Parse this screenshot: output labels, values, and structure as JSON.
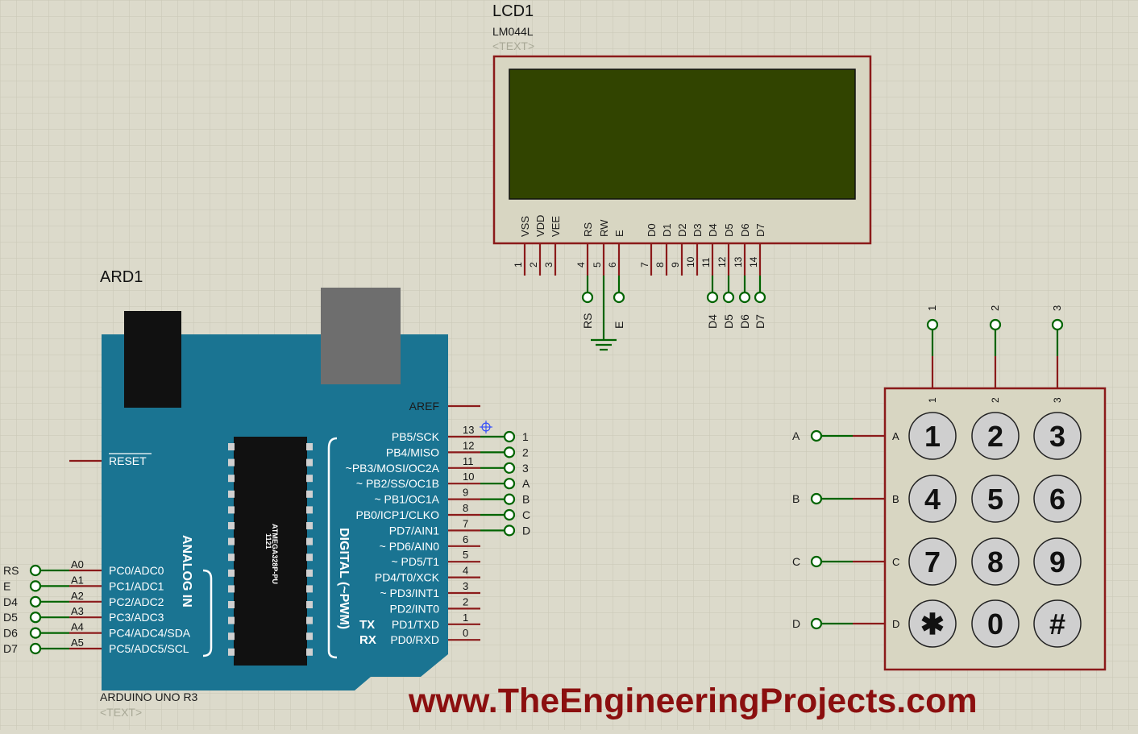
{
  "lcd": {
    "ref": "LCD1",
    "part": "LM044L",
    "text_tag": "<TEXT>",
    "pins": [
      {
        "name": "VSS",
        "num": "1"
      },
      {
        "name": "VDD",
        "num": "2"
      },
      {
        "name": "VEE",
        "num": "3"
      },
      {
        "name": "RS",
        "num": "4"
      },
      {
        "name": "RW",
        "num": "5"
      },
      {
        "name": "E",
        "num": "6"
      },
      {
        "name": "D0",
        "num": "7"
      },
      {
        "name": "D1",
        "num": "8"
      },
      {
        "name": "D2",
        "num": "9"
      },
      {
        "name": "D3",
        "num": "10"
      },
      {
        "name": "D4",
        "num": "11"
      },
      {
        "name": "D5",
        "num": "12"
      },
      {
        "name": "D6",
        "num": "13"
      },
      {
        "name": "D7",
        "num": "14"
      }
    ],
    "net_labels": [
      "RS",
      "E",
      "D4",
      "D5",
      "D6",
      "D7"
    ],
    "screen_color": "#314400"
  },
  "arduino": {
    "ref": "ARD1",
    "part": "ARDUINO UNO R3",
    "text_tag": "<TEXT>",
    "board_color": "#1a7492",
    "aref": "AREF",
    "reset": "RESET",
    "digital_label": "DIGITAL (~PWM)",
    "analog_label": "ANALOG IN",
    "chip_line1": "1121",
    "chip_line2": "ATMEGA328P-PU",
    "digital_pins": [
      {
        "name": "PB5/SCK",
        "num": "13",
        "net": "1"
      },
      {
        "name": "PB4/MISO",
        "num": "12",
        "net": "2"
      },
      {
        "name": "~PB3/MOSI/OC2A",
        "num": "11",
        "net": "3"
      },
      {
        "name": "~ PB2/SS/OC1B",
        "num": "10",
        "net": "A"
      },
      {
        "name": "~ PB1/OC1A",
        "num": "9",
        "net": "B"
      },
      {
        "name": "PB0/ICP1/CLKO",
        "num": "8",
        "net": "C"
      },
      {
        "name": "PD7/AIN1",
        "num": "7",
        "net": "D"
      },
      {
        "name": "~ PD6/AIN0",
        "num": "6",
        "net": ""
      },
      {
        "name": "~    PD5/T1",
        "num": "5",
        "net": ""
      },
      {
        "name": "PD4/T0/XCK",
        "num": "4",
        "net": ""
      },
      {
        "name": "~ PD3/INT1",
        "num": "3",
        "net": ""
      },
      {
        "name": "PD2/INT0",
        "num": "2",
        "net": ""
      },
      {
        "name": "PD1/TXD",
        "num": "1",
        "net": "",
        "prefix": "TX"
      },
      {
        "name": "PD0/RXD",
        "num": "0",
        "net": "",
        "prefix": "RX"
      }
    ],
    "analog_pins": [
      {
        "name": "PC0/ADC0",
        "num": "A0",
        "net": "RS"
      },
      {
        "name": "PC1/ADC1",
        "num": "A1",
        "net": "E"
      },
      {
        "name": "PC2/ADC2",
        "num": "A2",
        "net": "D4"
      },
      {
        "name": "PC3/ADC3",
        "num": "A3",
        "net": "D5"
      },
      {
        "name": "PC4/ADC4/SDA",
        "num": "A4",
        "net": "D6"
      },
      {
        "name": "PC5/ADC5/SCL",
        "num": "A5",
        "net": "D7"
      }
    ]
  },
  "keypad": {
    "col_labels": [
      "1",
      "2",
      "3"
    ],
    "row_labels": [
      "A",
      "B",
      "C",
      "D"
    ],
    "keys": [
      "1",
      "2",
      "3",
      "4",
      "5",
      "6",
      "7",
      "8",
      "9",
      "✱",
      "0",
      "#"
    ]
  },
  "watermark": "www.TheEngineeringProjects.com",
  "colors": {
    "background": "#dcdacb",
    "grid": "#c9c7b6",
    "wire_red": "#8b1a1a",
    "wire_green": "#006400",
    "watermark": "#8b0f0f"
  }
}
